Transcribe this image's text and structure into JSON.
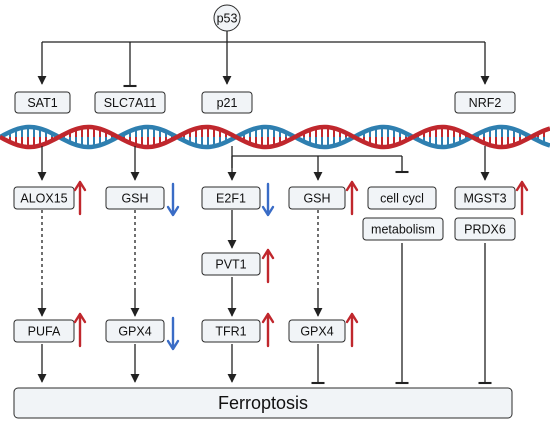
{
  "colors": {
    "node_fill": "#f1f4f7",
    "node_stroke": "#2b2b2b",
    "up_arrow": "#c0272d",
    "down_arrow": "#3a6cc6",
    "dna_red": "#c0272d",
    "dna_blue": "#2e7fb0",
    "line": "#222222"
  },
  "diagram": {
    "root": "p53",
    "top_targets": [
      "SAT1",
      "SLC7A11",
      "p21",
      "NRF2"
    ],
    "pathways": {
      "sat1": {
        "step1": {
          "label": "ALOX15",
          "change": "up"
        },
        "step2": {
          "label": "PUFA",
          "change": "up"
        }
      },
      "slc7a11": {
        "step1": {
          "label": "GSH",
          "change": "down"
        },
        "step2": {
          "label": "GPX4",
          "change": "down"
        }
      },
      "p21_e2f1": {
        "step1": {
          "label": "E2F1",
          "change": "down"
        },
        "step2": {
          "label": "PVT1",
          "change": "up"
        },
        "step3": {
          "label": "TFR1",
          "change": "up"
        }
      },
      "p21_gsh": {
        "step1": {
          "label": "GSH",
          "change": "up"
        },
        "step2": {
          "label": "GPX4",
          "change": "up"
        }
      },
      "p21_cellcycle": {
        "label1": "cell cycl",
        "label2": "metabolism"
      },
      "nrf2": {
        "step1": {
          "label": "MGST3",
          "change": "up"
        },
        "step2": {
          "label": "PRDX6"
        }
      }
    },
    "outcome": "Ferroptosis"
  }
}
